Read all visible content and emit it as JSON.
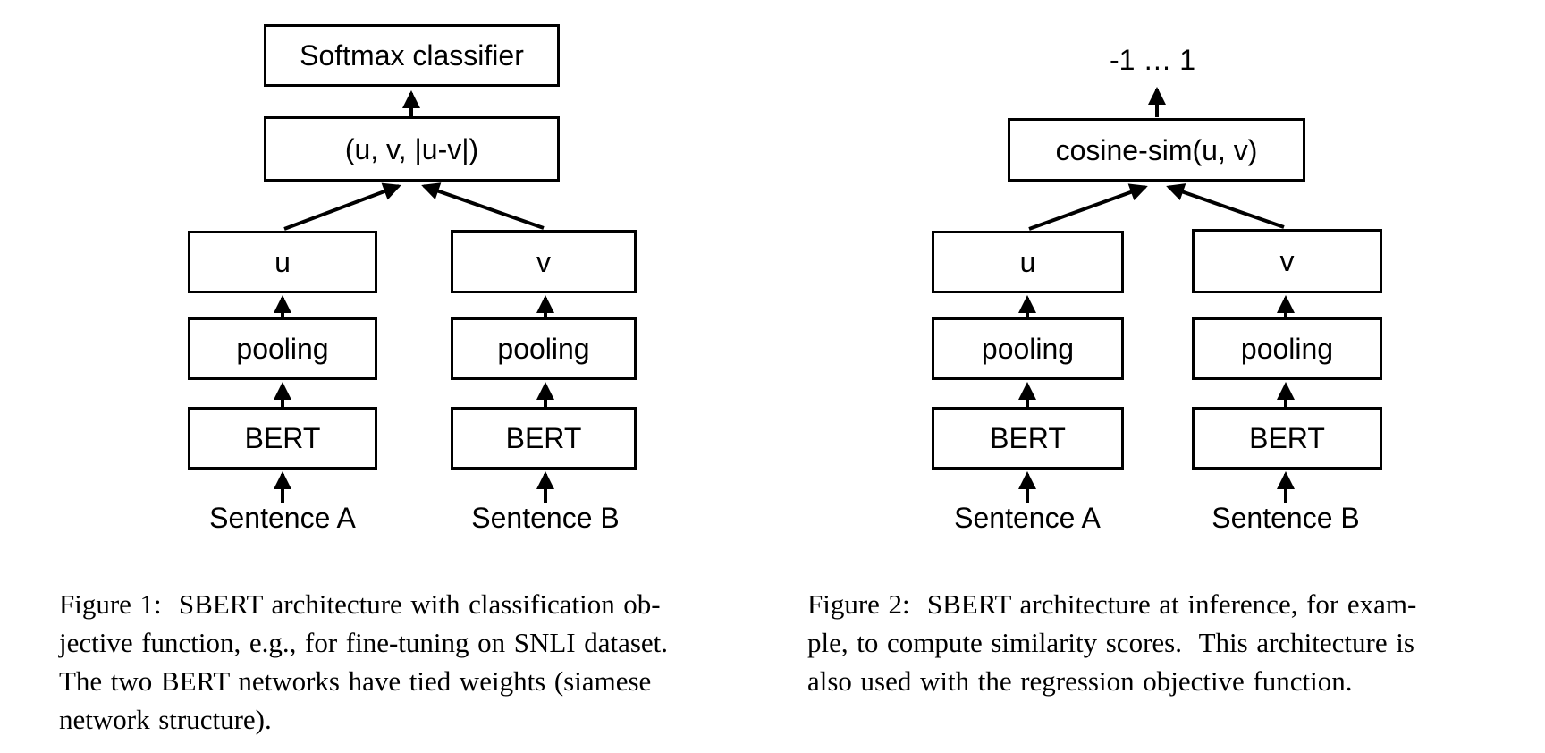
{
  "page": {
    "background": "#ffffff",
    "text_color": "#000000",
    "box_border_color": "#000000",
    "arrow_color": "#000000"
  },
  "figure1": {
    "boxes": {
      "softmax": "Softmax classifier",
      "concat": "(u, v, |u-v|)",
      "u": "u",
      "v": "v",
      "pooling_left": "pooling",
      "pooling_right": "pooling",
      "bert_left": "BERT",
      "bert_right": "BERT"
    },
    "inputs": {
      "sentence_a": "Sentence A",
      "sentence_b": "Sentence B"
    },
    "caption": {
      "lines": [
        "Figure 1:  SBERT architecture with classification ob-",
        "jective function, e.g., for fine-tuning on SNLI dataset.",
        "The two BERT networks have tied weights (siamese",
        "network structure)."
      ]
    }
  },
  "figure2": {
    "output_range": "-1 … 1",
    "boxes": {
      "cosine": "cosine-sim(u, v)",
      "u": "u",
      "v": "v",
      "pooling_left": "pooling",
      "pooling_right": "pooling",
      "bert_left": "BERT",
      "bert_right": "BERT"
    },
    "inputs": {
      "sentence_a": "Sentence A",
      "sentence_b": "Sentence B"
    },
    "caption": {
      "lines": [
        "Figure 2:  SBERT architecture at inference, for exam-",
        "ple, to compute similarity scores.  This architecture is",
        "also used with the regression objective function."
      ]
    }
  }
}
